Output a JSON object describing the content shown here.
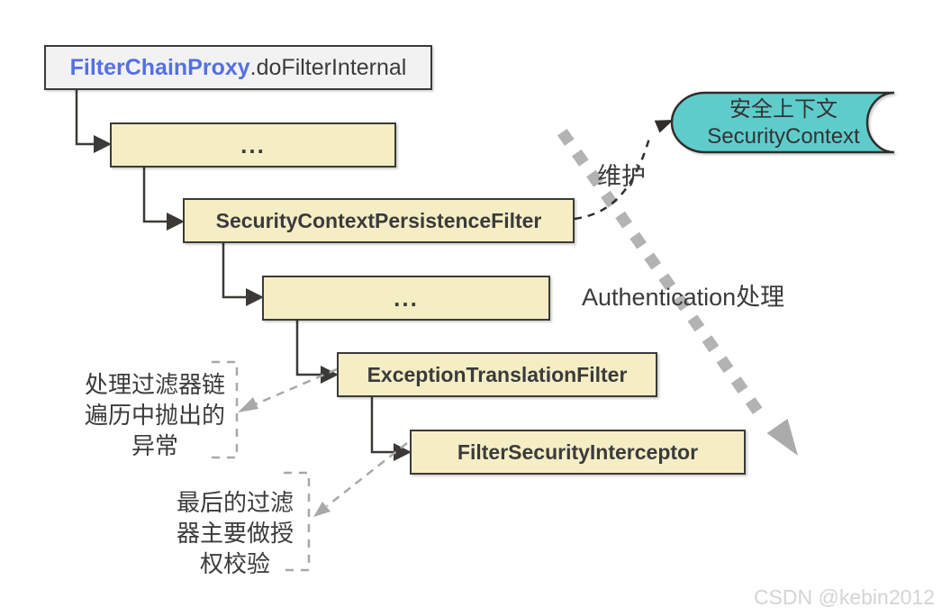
{
  "colors": {
    "accent_blue": "#5470e2",
    "box_fill": "#f5eec5",
    "box_border": "#3b3a37",
    "title_fill": "#f2f2f2",
    "store_fill": "#5ecccb",
    "gray": "#ababab",
    "text": "#3b3b3b",
    "watermark": "#d4d4d4"
  },
  "diagram": {
    "title_box": {
      "class_name": "FilterChainProxy",
      "method": ".doFilterInternal"
    },
    "filters": [
      {
        "label": "..."
      },
      {
        "label": "SecurityContextPersistenceFilter"
      },
      {
        "label": "..."
      },
      {
        "label": "ExceptionTranslationFilter"
      },
      {
        "label": "FilterSecurityInterceptor"
      }
    ],
    "security_context_store": {
      "line1": "安全上下文",
      "line2": "SecurityContext"
    },
    "edge_labels": {
      "maintain": "维护",
      "auth_flow": "Authentication处理"
    },
    "annotations": [
      {
        "text": "处理过滤器链\n遍历中抛出的\n异常"
      },
      {
        "text": "最后的过滤\n器主要做授\n权校验"
      }
    ],
    "watermark": "CSDN @kebin2012"
  }
}
